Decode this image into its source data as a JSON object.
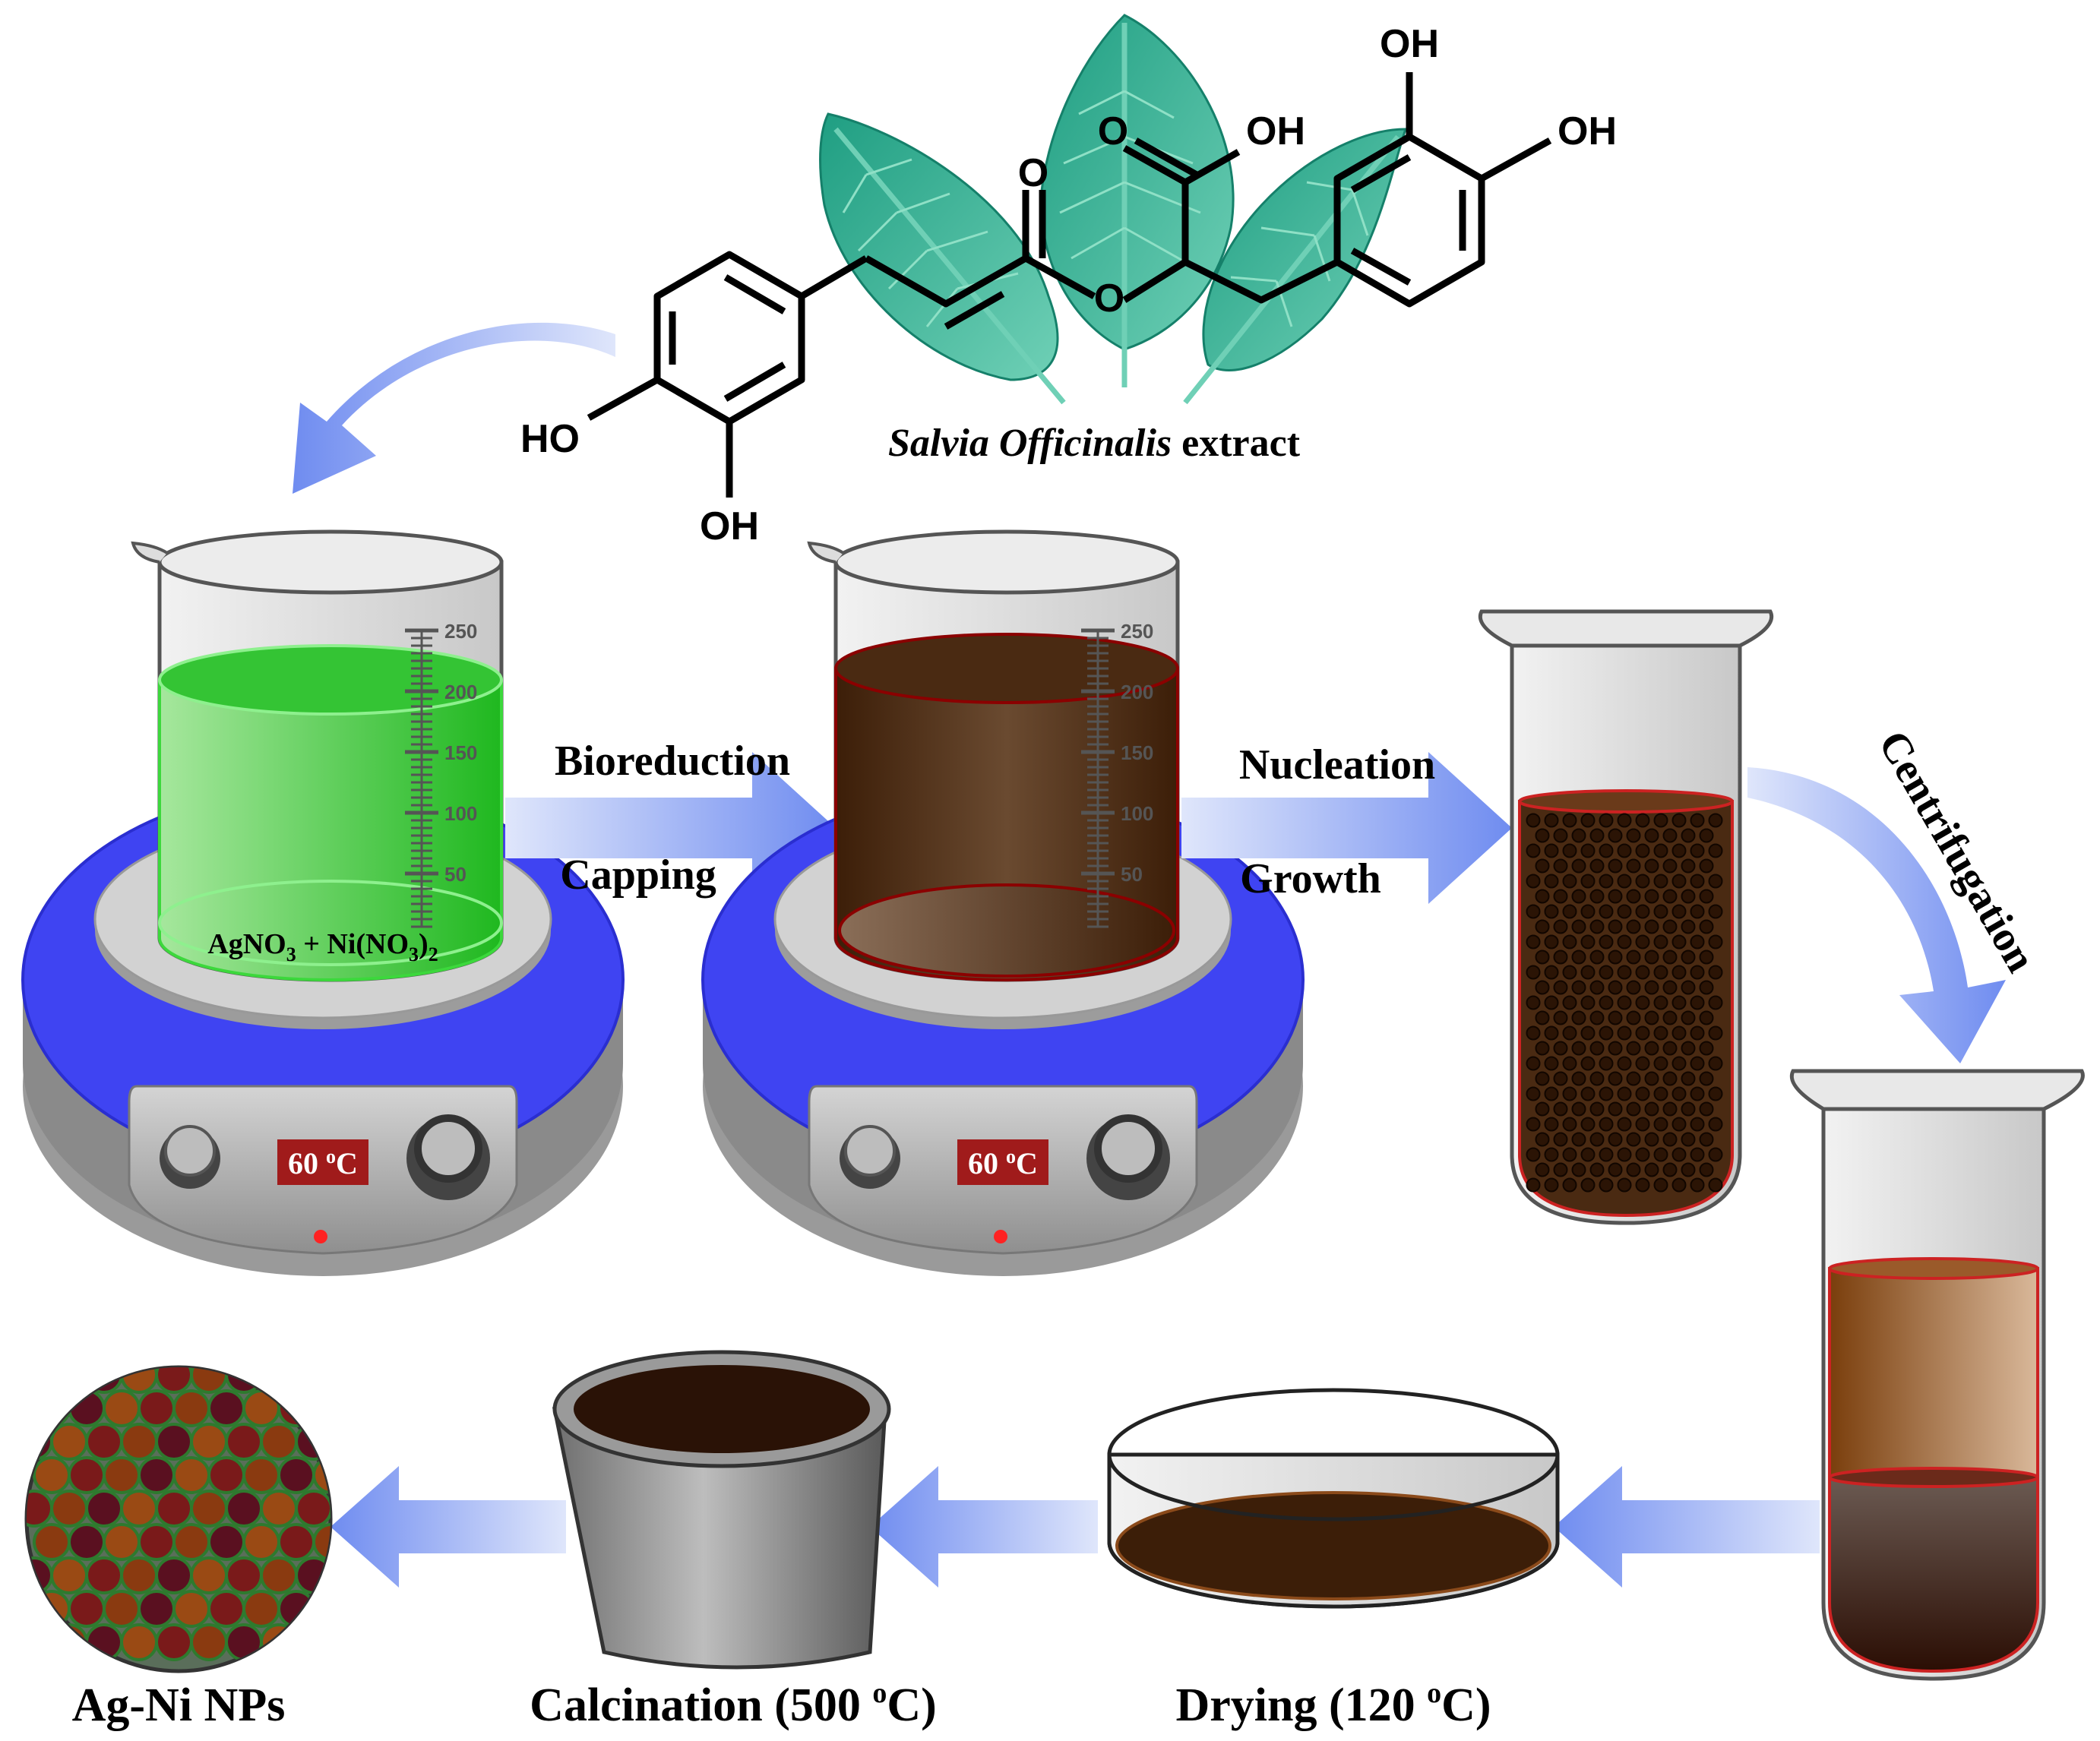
{
  "molecule": {
    "oh_top": "OH",
    "oh_top2": "OH",
    "acid_o": "O",
    "acid_oh": "OH",
    "ester_o": "O",
    "ester_ring_o": "O",
    "ho_left": "HO",
    "oh_bottom": "OH"
  },
  "extract": {
    "italic": "Salvia Officinalis",
    "rest": " extract"
  },
  "beaker1": {
    "solution_main": "AgNO",
    "sub3": "3",
    "plus": " + Ni(NO",
    "sub3b": "3",
    "paren": ")",
    "sub2": "2",
    "color": "#3fc43a"
  },
  "beaker2": {
    "color": "#4a2a12"
  },
  "scale_ticks": [
    "250",
    "200",
    "150",
    "100",
    "50"
  ],
  "hotplate": {
    "display1": "60 ",
    "sup1": "o",
    "unit1": "C",
    "display2": "60 ",
    "sup2": "o",
    "unit2": "C"
  },
  "steps": {
    "bioreduction": "Bioreduction",
    "capping": "Capping",
    "nucleation": "Nucleation",
    "growth": "Growth",
    "centrifugation": "Centrifugation"
  },
  "bottom_labels": {
    "agni": "Ag-Ni NPs",
    "calc_a": "Calcination (500 ",
    "calc_sup": "o",
    "calc_b": "C)",
    "dry_a": "Drying (120 ",
    "dry_sup": "o",
    "dry_b": "C)"
  },
  "colors": {
    "arrow": "#6f8cf0",
    "plate": "#3f44f2",
    "leaf": "#25a88a",
    "brown": "#4a2a12"
  }
}
